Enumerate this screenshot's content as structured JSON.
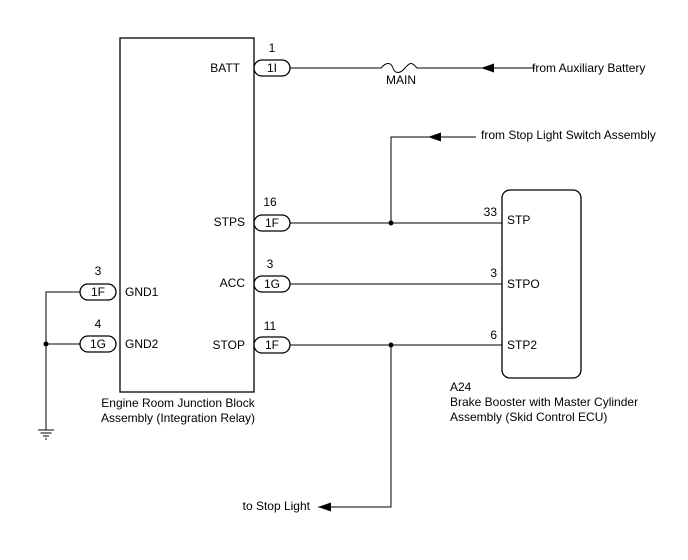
{
  "junction_block": {
    "name_line1": "Engine Room Junction Block",
    "name_line2": "Assembly (Integration Relay)",
    "pins": {
      "batt": {
        "label": "BATT",
        "pin": "1",
        "connector": "1I"
      },
      "stps": {
        "label": "STPS",
        "pin": "16",
        "connector": "1F"
      },
      "acc": {
        "label": "ACC",
        "pin": "3",
        "connector": "1G"
      },
      "stop": {
        "label": "STOP",
        "pin": "11",
        "connector": "1F"
      },
      "gnd1": {
        "label": "GND1",
        "pin": "3",
        "connector": "1F"
      },
      "gnd2": {
        "label": "GND2",
        "pin": "4",
        "connector": "1G"
      }
    }
  },
  "ecu": {
    "code": "A24",
    "name_line1": "Brake Booster with Master Cylinder",
    "name_line2": "Assembly (Skid Control ECU)",
    "pins": {
      "stp": {
        "label": "STP",
        "pin": "33"
      },
      "stpo": {
        "label": "STPO",
        "pin": "3"
      },
      "stp2": {
        "label": "STP2",
        "pin": "6"
      }
    }
  },
  "fuse": {
    "label": "MAIN"
  },
  "sources": {
    "aux_battery": "from Auxiliary Battery",
    "stop_light_switch": "from Stop Light Switch Assembly",
    "stop_light": "to Stop Light"
  }
}
